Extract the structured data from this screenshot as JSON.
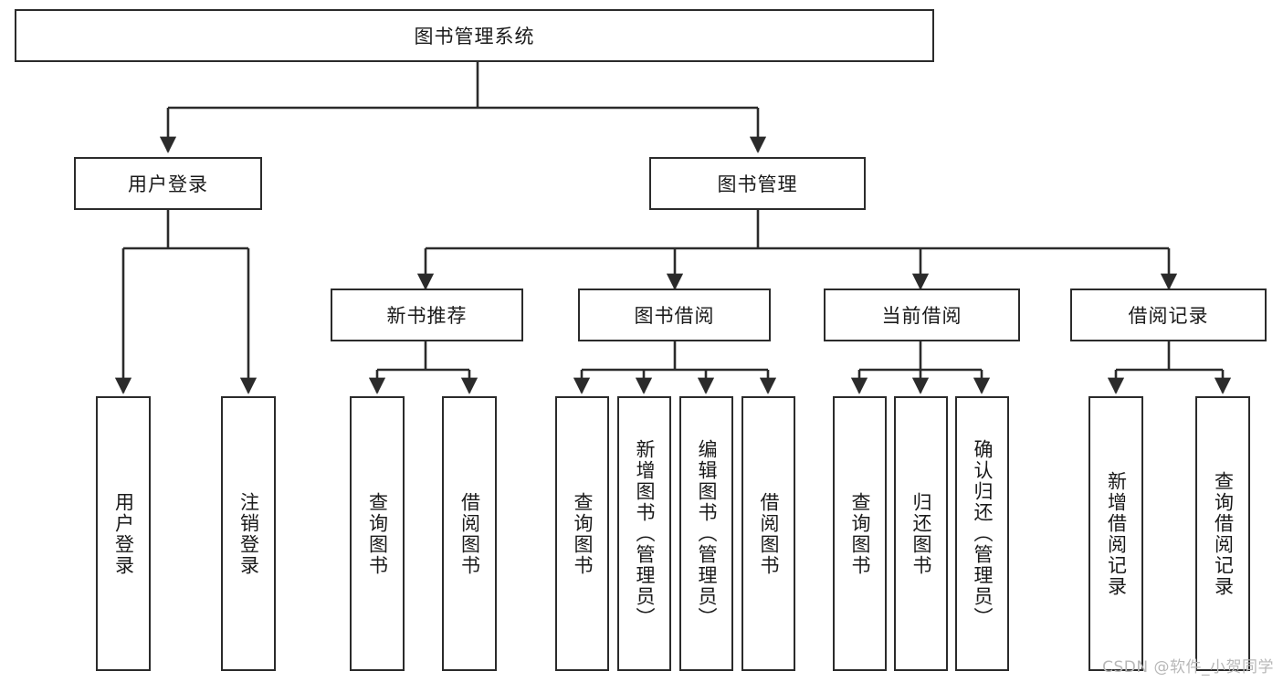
{
  "diagram": {
    "title": "图书管理系统",
    "type": "functional-structure-tree",
    "orientation": "top-down",
    "colors": {
      "stroke": "#2b2b2b",
      "fill": "#ffffff",
      "text": "#1a1a1a",
      "watermark": "#b8b8b8"
    },
    "root": {
      "id": "root",
      "label": "图书管理系统"
    },
    "level2": [
      {
        "id": "user-login",
        "label": "用户登录"
      },
      {
        "id": "book-manage",
        "label": "图书管理"
      }
    ],
    "level3": [
      {
        "id": "new-book-rec",
        "label": "新书推荐",
        "parent": "book-manage"
      },
      {
        "id": "book-borrow",
        "label": "图书借阅",
        "parent": "book-manage"
      },
      {
        "id": "current-borrow",
        "label": "当前借阅",
        "parent": "book-manage"
      },
      {
        "id": "borrow-record",
        "label": "借阅记录",
        "parent": "book-manage"
      }
    ],
    "leaves": {
      "user-login": [
        {
          "id": "leaf-user-login",
          "label": "用户登录"
        },
        {
          "id": "leaf-logout",
          "label": "注销登录"
        }
      ],
      "new-book-rec": [
        {
          "id": "leaf-query-book-1",
          "label": "查询图书"
        },
        {
          "id": "leaf-borrow-book-1",
          "label": "借阅图书"
        }
      ],
      "book-borrow": [
        {
          "id": "leaf-query-book-2",
          "label": "查询图书"
        },
        {
          "id": "leaf-add-book",
          "label": "新增图书（管理员）"
        },
        {
          "id": "leaf-edit-book",
          "label": "编辑图书（管理员）"
        },
        {
          "id": "leaf-borrow-book-2",
          "label": "借阅图书"
        }
      ],
      "current-borrow": [
        {
          "id": "leaf-query-book-3",
          "label": "查询图书"
        },
        {
          "id": "leaf-return-book",
          "label": "归还图书"
        },
        {
          "id": "leaf-confirm-return",
          "label": "确认归还（管理员）"
        }
      ],
      "borrow-record": [
        {
          "id": "leaf-add-record",
          "label": "新增借阅记录"
        },
        {
          "id": "leaf-query-record",
          "label": "查询借阅记录"
        }
      ]
    }
  },
  "watermark": {
    "text": "CSDN @软件_小贺同学"
  }
}
